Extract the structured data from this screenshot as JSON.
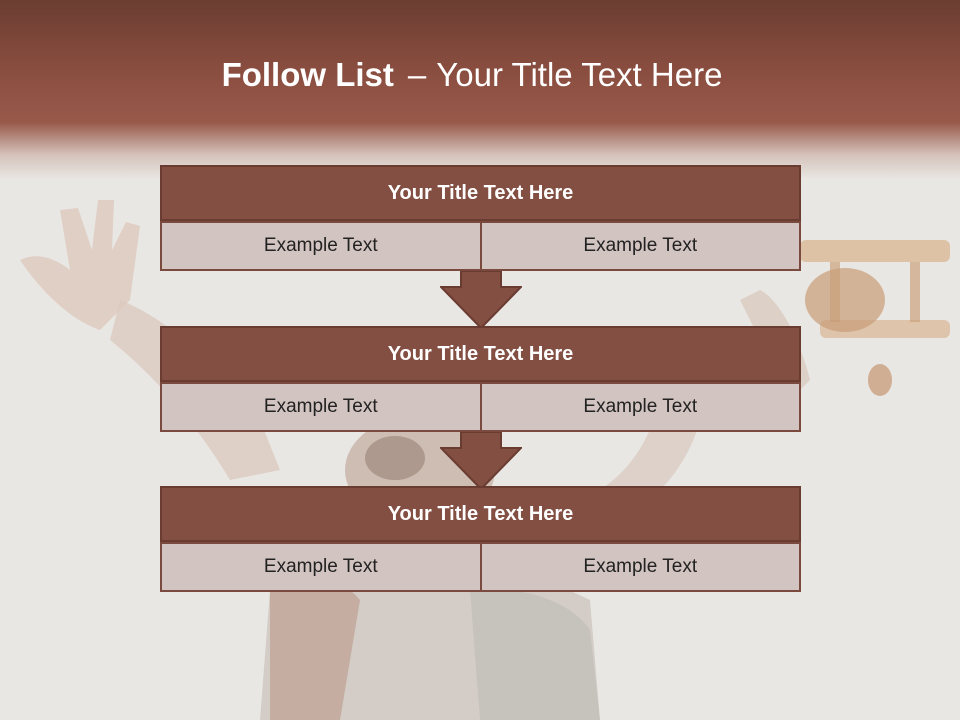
{
  "title": {
    "bold_part": "Follow List",
    "separator": "–",
    "rest_part": "Your Title Text Here"
  },
  "blocks": [
    {
      "title": "Your Title Text Here",
      "cells": [
        "Example Text",
        "Example Text"
      ]
    },
    {
      "title": "Your Title Text Here",
      "cells": [
        "Example Text",
        "Example Text"
      ]
    },
    {
      "title": "Your Title Text Here",
      "cells": [
        "Example Text",
        "Example Text"
      ]
    }
  ],
  "colors": {
    "header_band": "#8a4e40",
    "block_title_fill": "#834f43",
    "cell_fill": "#d2c4c1",
    "arrow_fill": "#834f43"
  }
}
